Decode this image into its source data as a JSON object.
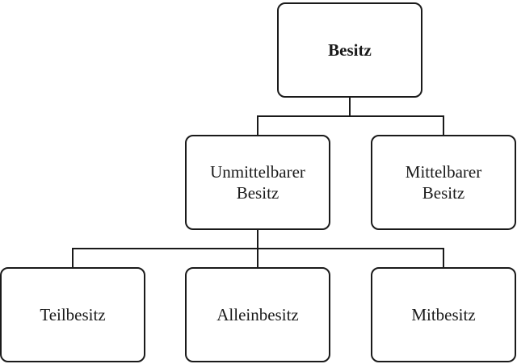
{
  "diagram": {
    "root": {
      "label": "Besitz"
    },
    "level1": [
      {
        "label": "Unmittelbarer\nBesitz"
      },
      {
        "label": "Mittelbarer\nBesitz"
      }
    ],
    "level2": [
      {
        "label": "Teilbesitz"
      },
      {
        "label": "Alleinbesitz"
      },
      {
        "label": "Mitbesitz"
      }
    ]
  },
  "colors": {
    "stroke": "#1a1a1a",
    "background": "#ffffff"
  }
}
